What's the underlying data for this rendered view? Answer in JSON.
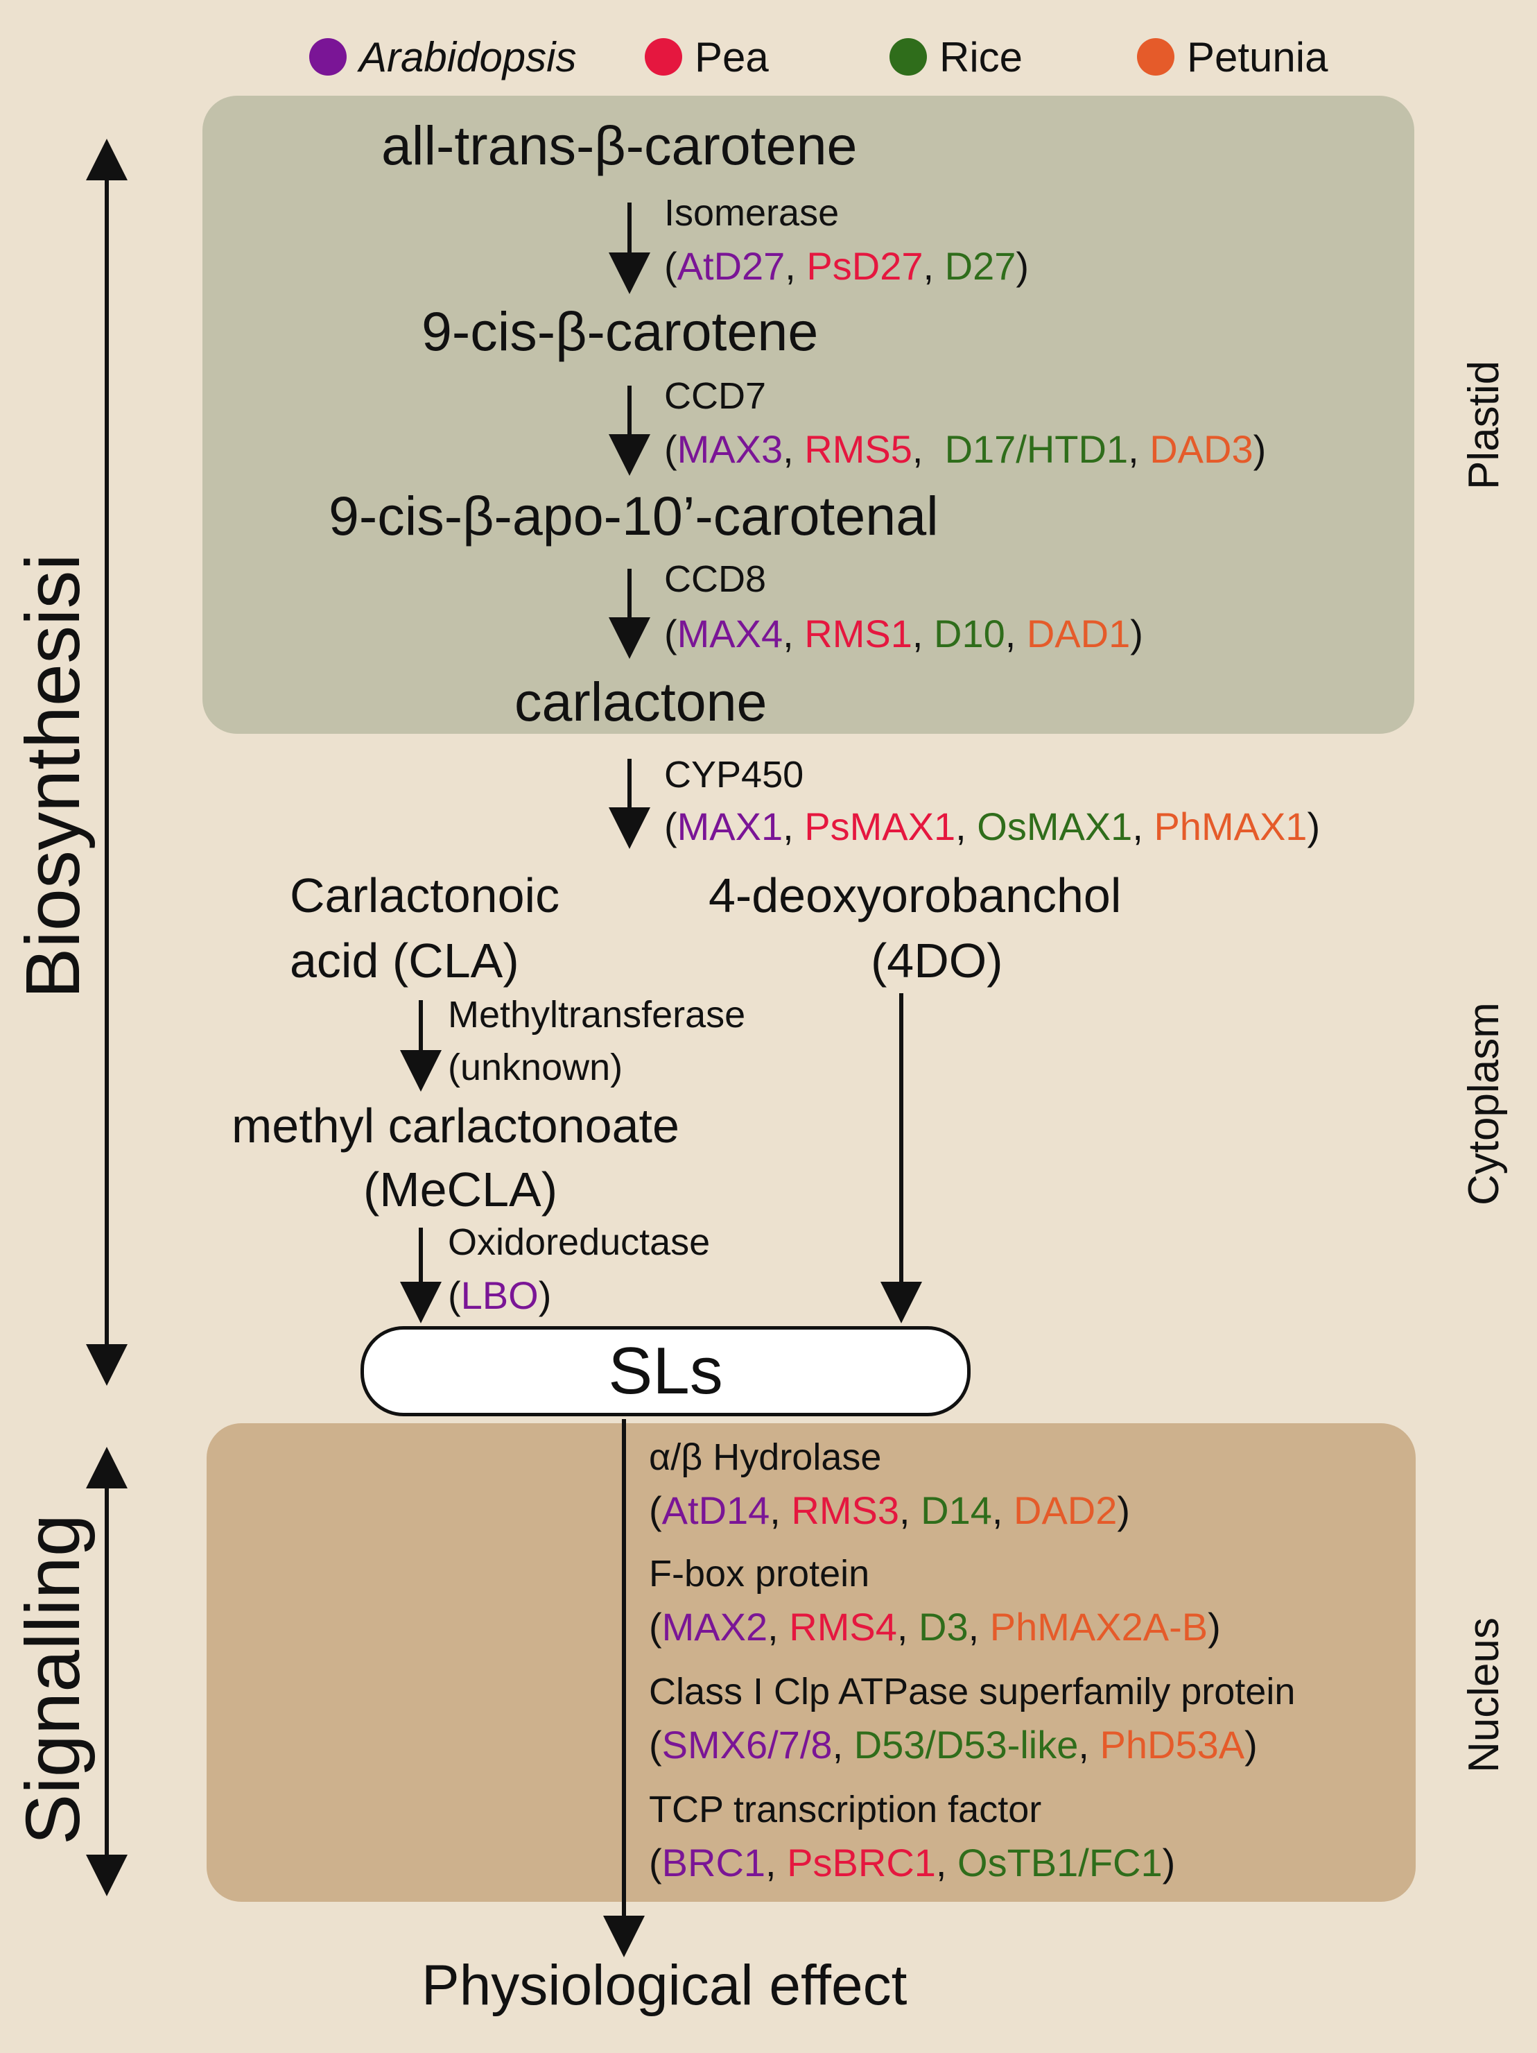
{
  "legend": [
    {
      "label": "Arabidopsis",
      "color": "#7a1596",
      "italic": true
    },
    {
      "label": "Pea",
      "color": "#e5173f",
      "italic": false
    },
    {
      "label": "Rice",
      "color": "#2f6d1b",
      "italic": false
    },
    {
      "label": "Petunia",
      "color": "#e55b2a",
      "italic": false
    }
  ],
  "colors": {
    "arabidopsis": "#7a1596",
    "pea": "#e5173f",
    "rice": "#2f6d1b",
    "petunia": "#e55b2a",
    "plastid_bg": "#c2c1aa",
    "nucleus_bg": "#cdb18d",
    "page_bg": "#ece1cf"
  },
  "side_labels": {
    "biosynthesis": "Biosynthesisi",
    "signalling": "Signalling",
    "plastid": "Plastid",
    "cytoplasm": "Cytoplasm",
    "nucleus": "Nucleus"
  },
  "compounds": {
    "all_trans": "all-trans-β-carotene",
    "nine_cis": "9-cis-β-carotene",
    "apo": "9-cis-β-apo-10’-carotenal",
    "carlactone": "carlactone",
    "cla_1": "Carlactonoic",
    "cla_2": "acid (CLA)",
    "fourdo_1": "4-deoxyorobanchol",
    "fourdo_2": "(4DO)",
    "mecla_1": "methyl carlactonoate",
    "mecla_2": "(MeCLA)",
    "sls": "SLs",
    "effect": "Physiological effect"
  },
  "enzymes": {
    "isomerase": {
      "name": "Isomerase",
      "genes": {
        "ara": "AtD27",
        "pea": "PsD27",
        "rice": "D27"
      }
    },
    "ccd7": {
      "name": "CCD7",
      "genes": {
        "ara": "MAX3",
        "pea": "RMS5",
        "rice": "D17/HTD1",
        "pet": "DAD3"
      }
    },
    "ccd8": {
      "name": "CCD8",
      "genes": {
        "ara": "MAX4",
        "pea": "RMS1",
        "rice": "D10",
        "pet": "DAD1"
      }
    },
    "cyp450": {
      "name": "CYP450",
      "genes": {
        "ara": "MAX1",
        "pea": "PsMAX1",
        "rice": "OsMAX1",
        "pet": "PhMAX1"
      }
    },
    "methyltransferase": {
      "name": "Methyltransferase",
      "note": "(unknown)"
    },
    "oxidoreductase": {
      "name": "Oxidoreductase",
      "genes": {
        "ara": "LBO"
      }
    }
  },
  "signalling": [
    {
      "name": "α/β Hydrolase",
      "genes": {
        "ara": "AtD14",
        "pea": "RMS3",
        "rice": "D14",
        "pet": "DAD2"
      }
    },
    {
      "name": "F-box protein",
      "genes": {
        "ara": "MAX2",
        "pea": "RMS4",
        "rice": "D3",
        "pet": "PhMAX2A-B"
      }
    },
    {
      "name": "Class I Clp ATPase superfamily protein",
      "genes": {
        "ara": "SMX6/7/8",
        "rice": "D53/D53-like",
        "pet": "PhD53A"
      }
    },
    {
      "name": "TCP transcription factor",
      "genes": {
        "ara": "BRC1",
        "pea": "PsBRC1",
        "rice": "OsTB1/FC1"
      }
    }
  ]
}
